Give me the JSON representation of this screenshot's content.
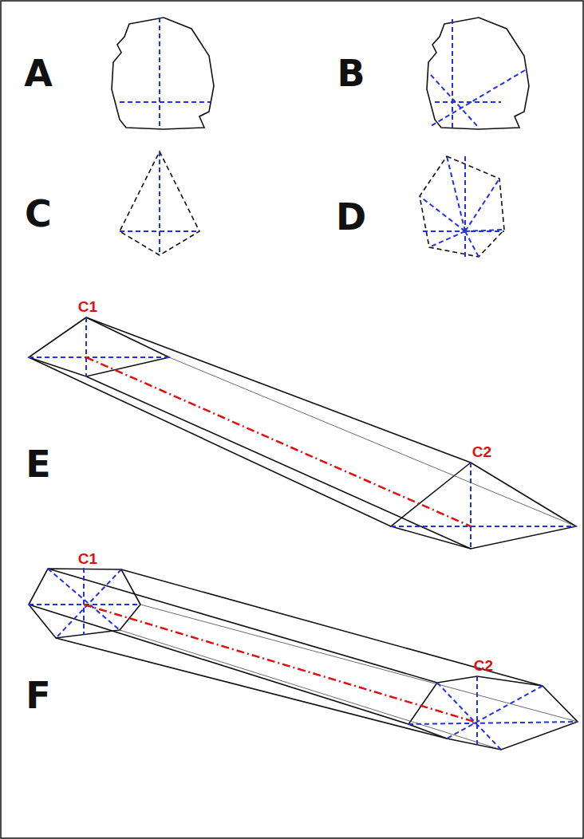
{
  "diagram": {
    "labels": [
      "A",
      "B",
      "C",
      "D",
      "E",
      "F",
      "C1",
      "C2",
      "C1",
      "C2"
    ]
  }
}
